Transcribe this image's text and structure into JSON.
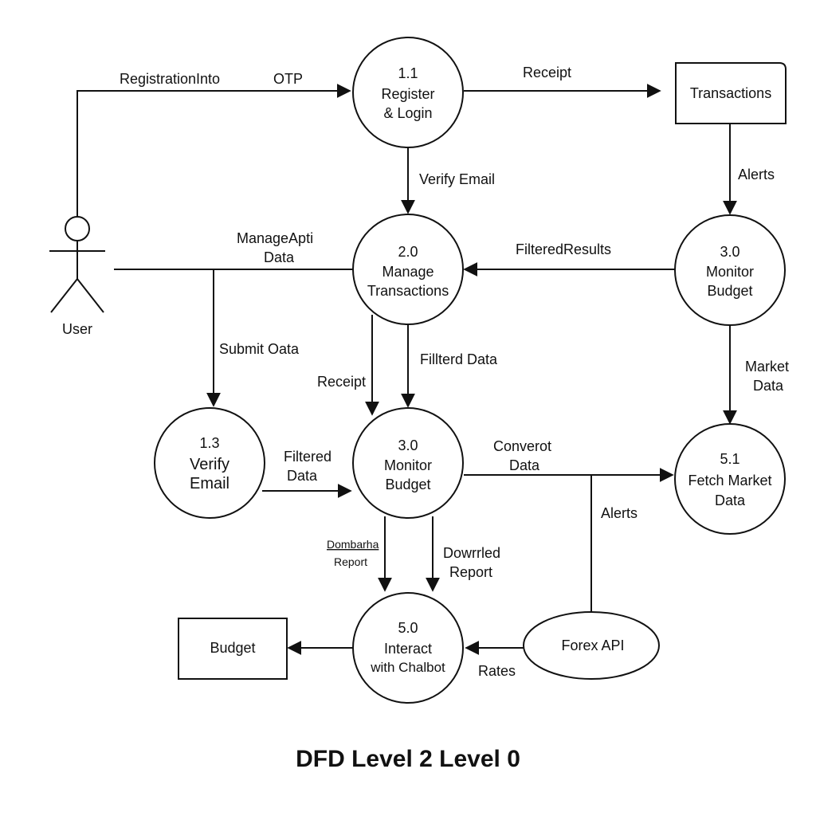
{
  "title": "DFD Level 2 Level 0",
  "actor": {
    "label": "User"
  },
  "processes": {
    "p11": {
      "number": "1.1",
      "line1": "Register",
      "line2": "& Login"
    },
    "p20": {
      "number": "2.0",
      "line1": "Manage",
      "line2": "Transactions"
    },
    "p30a": {
      "number": "3.0",
      "line1": "Monitor",
      "line2": "Budget"
    },
    "p13": {
      "number": "1.3",
      "line1": "Verify",
      "line2": "Email"
    },
    "p30b": {
      "number": "3.0",
      "line1": "Monitor",
      "line2": "Budget"
    },
    "p51": {
      "number": "5.1",
      "line1": "Fetch Market",
      "line2": "Data"
    },
    "p50": {
      "number": "5.0",
      "line1": "Interact",
      "line2": "with Chalbot"
    }
  },
  "stores": {
    "transactions": "Transactions",
    "budget": "Budget"
  },
  "external": {
    "forex": "Forex API"
  },
  "flows": {
    "registration_info": "RegistrationInto",
    "otp": "OTP",
    "receipt_top": "Receipt",
    "verify_email": "Verify Email",
    "alerts_top": "Alerts",
    "manage_line1": "ManageApti",
    "manage_line2": "Data",
    "filtered_results": "FilteredResults",
    "submit_data": "Submit Oata",
    "receipt_mid": "Receipt",
    "filtered_data_mid": "Fillterd  Data",
    "market_line1": "Market",
    "market_line2": "Data",
    "filtered_line1": "Filtered",
    "filtered_line2": "Data",
    "convert_line1": "Converot",
    "convert_line2": "Data",
    "alerts_bottom": "Alerts",
    "dombarha_line1": "Dombarha",
    "dombarha_line2": "Report",
    "download_line1": "Dowrrled",
    "download_line2": "Report",
    "rates": "Rates"
  }
}
